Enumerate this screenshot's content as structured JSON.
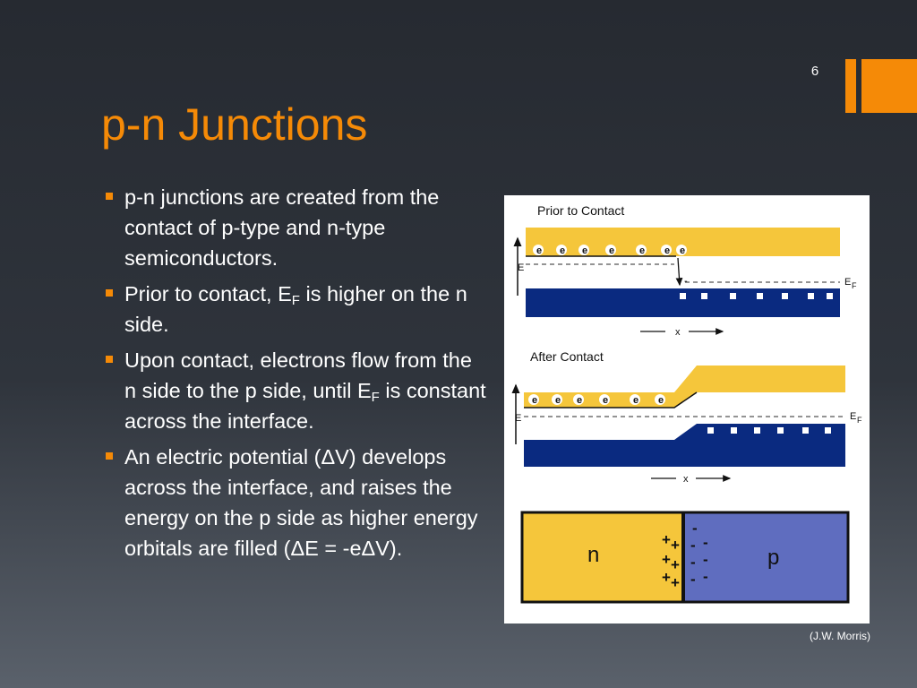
{
  "slide": {
    "number": "6",
    "title": "p-n Junctions",
    "credit": "(J.W. Morris)",
    "accent_color": "#f58a07"
  },
  "bullets": [
    {
      "text": "p-n junctions are created from the contact of p-type and n-type semiconductors."
    },
    {
      "pre": "Prior to contact, E",
      "sub": "F",
      "post": " is higher on the n side."
    },
    {
      "pre": "Upon contact, electrons flow from the n side to the p side, until E",
      "sub": "F",
      "post": " is constant across the interface."
    },
    {
      "text": " An electric potential (ΔV) develops across the interface, and raises the energy on the p side as higher energy orbitals are filled (ΔE = -eΔV)."
    }
  ],
  "figure": {
    "prior": {
      "label": "Prior to Contact",
      "e_axis": "E",
      "fermi_main": "E",
      "fermi_sub": "F",
      "x_label": "x",
      "electron": "e",
      "hole_mark": "-"
    },
    "after": {
      "label": "After Contact",
      "e_axis": "E",
      "fermi_main": "E",
      "fermi_sub": "F",
      "x_label": "x",
      "electron": "e"
    },
    "junction": {
      "n_label": "n",
      "p_label": "p",
      "plus": "+",
      "minus": "-"
    },
    "colors": {
      "band_yellow": "#f5c63b",
      "band_navy": "#0a2a80",
      "p_region": "#5f6dbf",
      "n_region": "#f5c63b"
    }
  }
}
